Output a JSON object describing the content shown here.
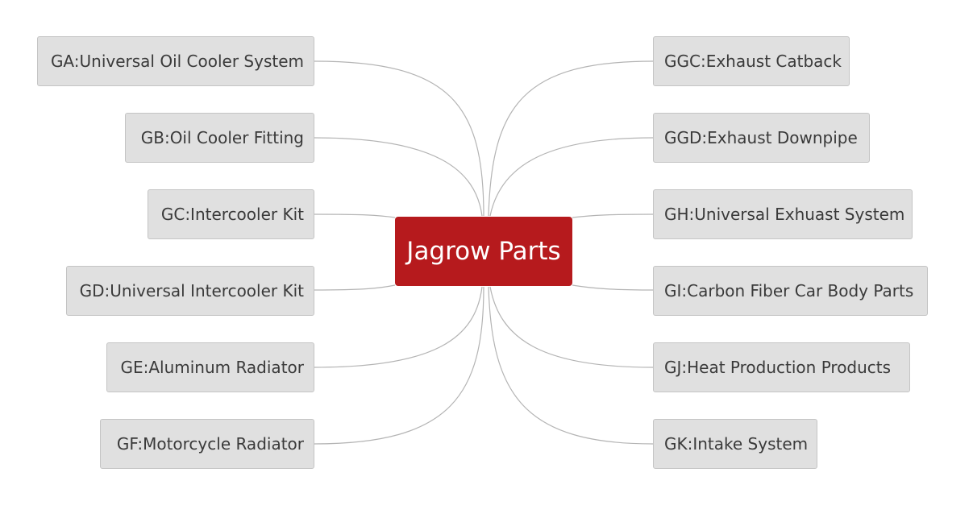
{
  "root": {
    "label": "Jagrow Parts",
    "color": "#b61a1d"
  },
  "left_nodes": [
    {
      "label": "GA:Universal Oil Cooler System"
    },
    {
      "label": "GB:Oil Cooler Fitting"
    },
    {
      "label": "GC:Intercooler Kit"
    },
    {
      "label": "GD:Universal Intercooler Kit"
    },
    {
      "label": "GE:Aluminum Radiator"
    },
    {
      "label": "GF:Motorcycle Radiator"
    }
  ],
  "right_nodes": [
    {
      "label": "GGC:Exhaust Catback"
    },
    {
      "label": "GGD:Exhaust Downpipe"
    },
    {
      "label": "GH:Universal Exhuast System"
    },
    {
      "label": "GI:Carbon Fiber Car Body Parts"
    },
    {
      "label": "GJ:Heat Production Products"
    },
    {
      "label": "GK:Intake System"
    }
  ],
  "colors": {
    "node_fill": "#e0e0e0",
    "node_border": "#c4c4c4",
    "link": "#b4b4b4",
    "text": "#3a3a3a"
  }
}
